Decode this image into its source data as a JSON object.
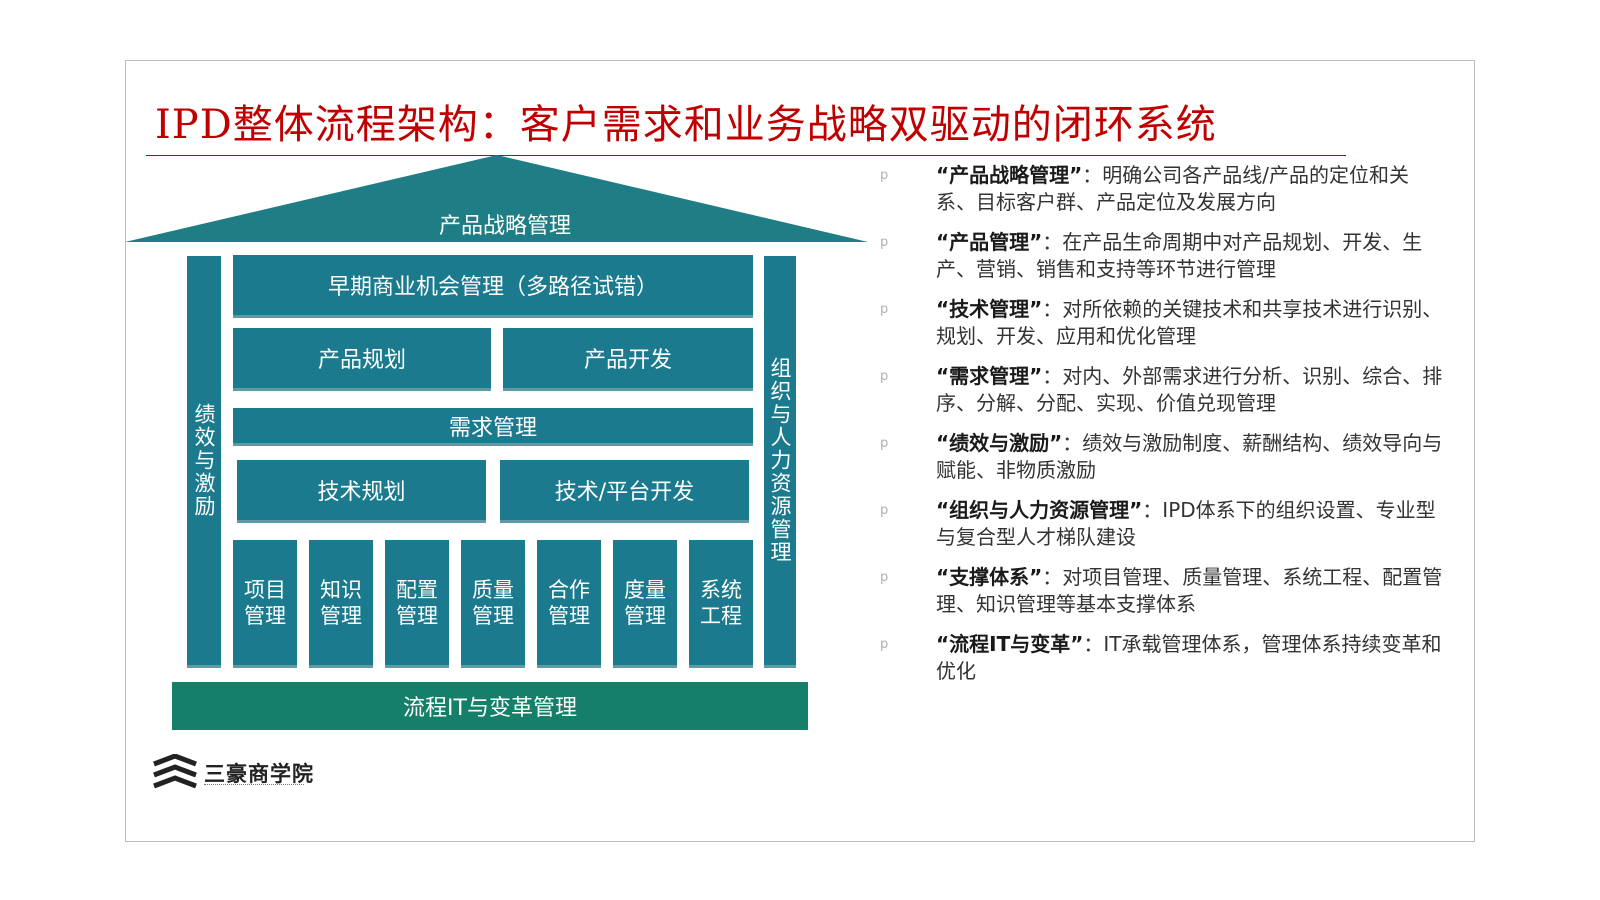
{
  "title": "IPD整体流程架构：客户需求和业务战略双驱动的闭环系统",
  "colors": {
    "title": "#c00000",
    "block": "#1b7a8e",
    "base": "#157f6a",
    "roof": "#1f7d86"
  },
  "house": {
    "roof": "产品战略管理",
    "left_pillar": "绩效与激励",
    "right_pillar": "组织与人力资源管理",
    "row1": "早期商业机会管理（多路径试错）",
    "row2": [
      "产品规划",
      "产品开发"
    ],
    "row3": "需求管理",
    "row4": [
      "技术规划",
      "技术/平台开发"
    ],
    "support": [
      "项目\n管理",
      "知识\n管理",
      "配置\n管理",
      "质量\n管理",
      "合作\n管理",
      "度量\n管理",
      "系统\n工程"
    ],
    "base": "流程IT与变革管理"
  },
  "bullets": [
    {
      "marker": "p",
      "term": "“产品战略管理”",
      "sep": "：",
      "desc": "明确公司各产品线/产品的定位和关系、目标客户群、产品定位及发展方向"
    },
    {
      "marker": "p",
      "term": "“产品管理”",
      "sep": "：",
      "desc": "在产品生命周期中对产品规划、开发、生产、营销、销售和支持等环节进行管理"
    },
    {
      "marker": "p",
      "term": "“技术管理”",
      "sep": "：",
      "desc": "对所依赖的关键技术和共享技术进行识别、规划、开发、应用和优化管理"
    },
    {
      "marker": "p",
      "term": "“需求管理”",
      "sep": "：",
      "desc": "对内、外部需求进行分析、识别、综合、排序、分解、分配、实现、价值兑现管理"
    },
    {
      "marker": "p",
      "term": "“绩效与激励”",
      "sep": "：",
      "desc": "绩效与激励制度、薪酬结构、绩效导向与赋能、非物质激励"
    },
    {
      "marker": "p",
      "term": "“组织与人力资源管理”",
      "sep": "：",
      "desc": "IPD体系下的组织设置、专业型与复合型人才梯队建设"
    },
    {
      "marker": "p",
      "term": "“支撑体系”",
      "sep": "：",
      "desc": "对项目管理、质量管理、系统工程、配置管理、知识管理等基本支撑体系"
    },
    {
      "marker": "p",
      "term": "“流程IT与变革”",
      "sep": "：",
      "desc": "IT承载管理体系，管理体系持续变革和优化"
    }
  ],
  "logo": {
    "name": "三豪商学院",
    "icon": "layered-chevron-logo-icon"
  }
}
